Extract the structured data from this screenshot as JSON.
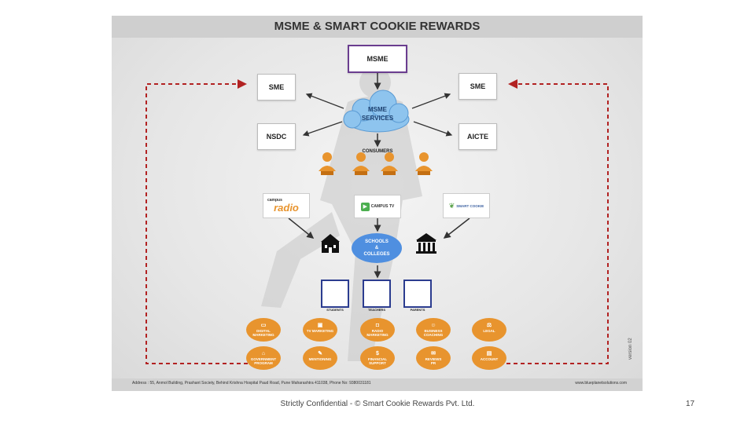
{
  "slide": {
    "title": "MSME & SMART COOKIE REWARDS",
    "top_box": "MSME",
    "left_boxes": [
      "SME",
      "NSDC"
    ],
    "right_boxes": [
      "SME",
      "AICTE"
    ],
    "cloud_label": [
      "MSME",
      "SERVICES"
    ],
    "consumers_label": "CONSUMERS",
    "logos": {
      "campus_radio": [
        "campus",
        "radio"
      ],
      "campus_tv": "CAMPUS TV",
      "smart_cookie": "SMART COOKIE"
    },
    "schools_label": [
      "SCHOOLS",
      "&",
      "COLLEGES"
    ],
    "roles": [
      "STUDENTS",
      "TEACHERS",
      "PARENTS"
    ],
    "badges": [
      {
        "label": [
          "DIGITAL",
          "MARKETING"
        ],
        "icon": "laptop-icon",
        "glyph": "▭"
      },
      {
        "label": [
          "TV MARKETING"
        ],
        "icon": "tv-icon",
        "glyph": "▣"
      },
      {
        "label": [
          "RADIO MARKETING"
        ],
        "icon": "radio-icon",
        "glyph": "◘"
      },
      {
        "label": [
          "BUSINESS",
          "COACHING"
        ],
        "icon": "coaching-icon",
        "glyph": "☺"
      },
      {
        "label": [
          "LEGAL"
        ],
        "icon": "gavel-icon",
        "glyph": "⚖"
      },
      {
        "label": [
          "GOVERNMENT",
          "PROGRAM"
        ],
        "icon": "building-icon",
        "glyph": "⌂"
      },
      {
        "label": [
          "MENTIONING"
        ],
        "icon": "megaphone-icon",
        "glyph": "✎"
      },
      {
        "label": [
          "FINANCIAL",
          "SUPPORT"
        ],
        "icon": "money-icon",
        "glyph": "$"
      },
      {
        "label": [
          "REVIEWS",
          "PR"
        ],
        "icon": "chat-icon",
        "glyph": "✉"
      },
      {
        "label": [
          "ACCOUNT"
        ],
        "icon": "account-icon",
        "glyph": "▤"
      }
    ],
    "footer_address": "Address : 55, Anmol Building, Prashant Society, Behind Krishna Hospital Paud Road, Pune Maharashtra 411038, Phone No: 9380031181",
    "footer_site": "www.blueplanetsolutions.com",
    "version": "version 02"
  },
  "footer": {
    "confidential": "Strictly Confidential - © Smart Cookie Rewards Pvt. Ltd.",
    "page_number": "17"
  },
  "colors": {
    "accent_purple": "#6a3d8f",
    "badge_orange": "#e8942e",
    "oval_blue": "#4f8fe0",
    "dashed_red": "#b22222",
    "role_border": "#2b3c8f"
  }
}
